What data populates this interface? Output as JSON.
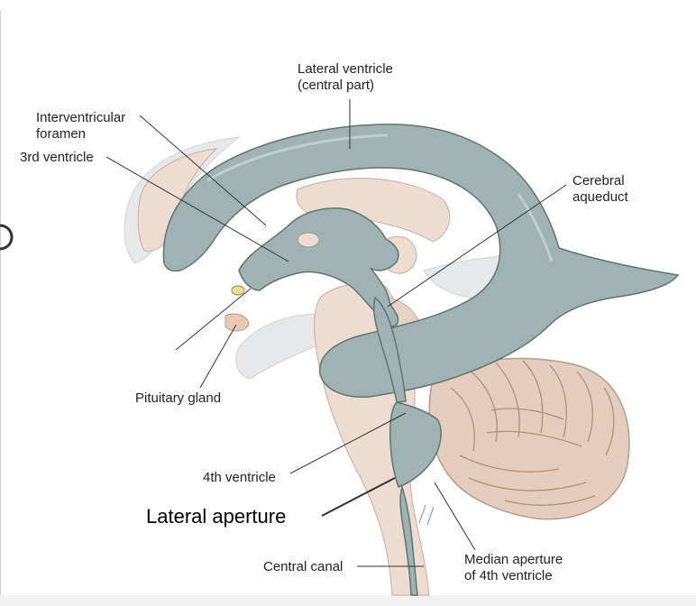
{
  "labels": {
    "lateral_ventricle": [
      "Lateral ventricle",
      "(central part)"
    ],
    "interventricular_foramen": [
      "Interventricular",
      "foramen"
    ],
    "third_ventricle": "3rd ventricle",
    "cerebral_aqueduct": [
      "Cerebral",
      "aqueduct"
    ],
    "pituitary_gland": "Pituitary gland",
    "fourth_ventricle": "4th ventricle",
    "lateral_aperture": "Lateral aperture",
    "central_canal": "Central canal",
    "median_aperture": [
      "Median aperture",
      "of 4th ventricle"
    ]
  },
  "colors": {
    "ventricle": "#9fb3b3",
    "ventricle_edge": "#5f7474",
    "tissue": "#eddccf",
    "tissue_edge": "#c7ad9c",
    "cerebellum": "#e5cdbd",
    "gray_structure": "#e6e8ea",
    "leader_line": "#333333"
  }
}
